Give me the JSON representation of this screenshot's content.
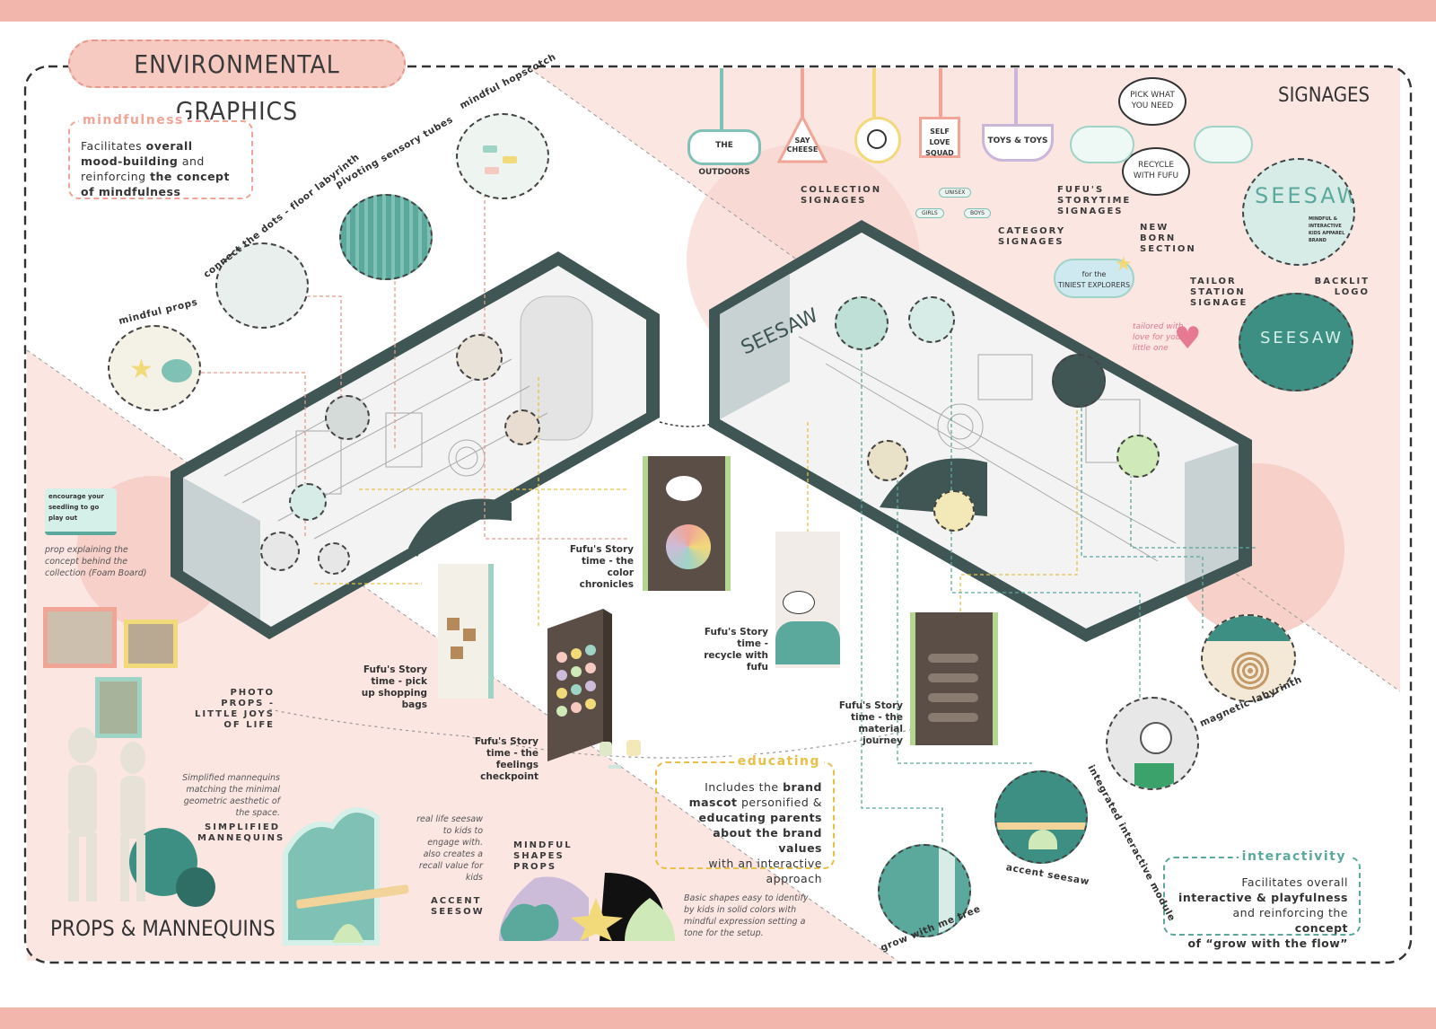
{
  "title": "ENVIRONMENTAL GRAPHICS",
  "signages_title": "SIGNAGES",
  "props_title": "PROPS & MANNEQUINS",
  "mindfulness": {
    "heading": "mindfulness",
    "line1": "Facilitates",
    "b1": "overall",
    "b2": "mood-building",
    "line2": "and",
    "line3": "reinforcing",
    "b3": "the concept",
    "b4": "of mindfulness"
  },
  "educating": {
    "heading": "educating",
    "l1": "Includes the",
    "b1": "brand",
    "b2": "mascot",
    "l2": "personified &",
    "b3": "educating parents",
    "b4": "about the brand values",
    "l3": "with an interactive",
    "l4": "approach"
  },
  "interactivity": {
    "heading": "interactivity",
    "l1": "Facilitates overall",
    "b1": "interactive & playfulness",
    "l2": "and reinforcing the",
    "b2": "concept",
    "b3": "of “grow with the flow”"
  },
  "signs": {
    "outdoors": "THE OUTDOORS",
    "say": "SAY",
    "cheese": "CHEESE",
    "self": "SELF LOVE",
    "squad": "SQUAD",
    "toys": "TOYS & TOYS"
  },
  "labels": {
    "collection": "COLLECTION SIGNAGES",
    "category": "CATEGORY SIGNAGES",
    "unisex": "UNISEX",
    "girls": "GIRLS",
    "boys": "BOYS",
    "storytime": "FUFU'S STORYTIME SIGNAGES",
    "pick": "PICK WHAT YOU NEED",
    "recycle": "RECYCLE WITH FUFU",
    "newborn": "NEW BORN SECTION",
    "for_the": "for the",
    "tiniest": "TINIEST EXPLORERS",
    "tailor": "TAILOR STATION SIGNAGE",
    "tailored": "tailored with love for your little one",
    "backlit": "BACKLIT LOGO",
    "seesaw": "SEESAW",
    "seesaw_desc": "MINDFUL & INTERACTIVE KIDS APPAREL BRAND",
    "mindful_hopscotch": "mindful hopscotch",
    "pivoting": "pivoting sensory tubes",
    "connect": "connect the dots - floor labyrinth",
    "mindful_props": "mindful props",
    "encourage": "encourage your seedling to go play out",
    "prop_explain": "prop explaining the concept behind the collection (Foam Board)",
    "photo_props": "PHOTO PROPS - LITTLE JOYS OF LIFE",
    "mann_desc": "Simplified mannequins matching the minimal geometric aesthetic of the space.",
    "mann_title": "SIMPLIFIED MANNEQUINS",
    "seesaw_desc2": "real life seesaw to kids to engage with. also creates a recall value for kids",
    "accent_seesaw": "ACCENT SEESOW",
    "mindful_shapes": "MINDFUL SHAPES PROPS",
    "shapes_desc": "Basic shapes easy to identify by kids in solid colors with mindful expression setting a tone for the setup.",
    "color_chron": "Fufu's Story time - the color chronicles",
    "pick_up": "Fufu's Story time - pick up shopping bags",
    "feelings": "Fufu's Story time - the feelings checkpoint",
    "recycle_story": "Fufu's Story time - recycle with fufu",
    "material": "Fufu's Story time - the material journey",
    "magnetic": "magnetic labyrinth",
    "integrated": "integrated interactive module",
    "accent_seesaw2": "accent seesaw",
    "grow": "grow with me tree",
    "seesaw_logo": "SEESAW"
  },
  "colors": {
    "band": "#f3b6ac",
    "pink_bg": "#fbe6e2",
    "teal": "#5aa99c",
    "dark": "#3f5654",
    "mustard": "#e9bf48",
    "title_pill": "#f6c9c1"
  }
}
